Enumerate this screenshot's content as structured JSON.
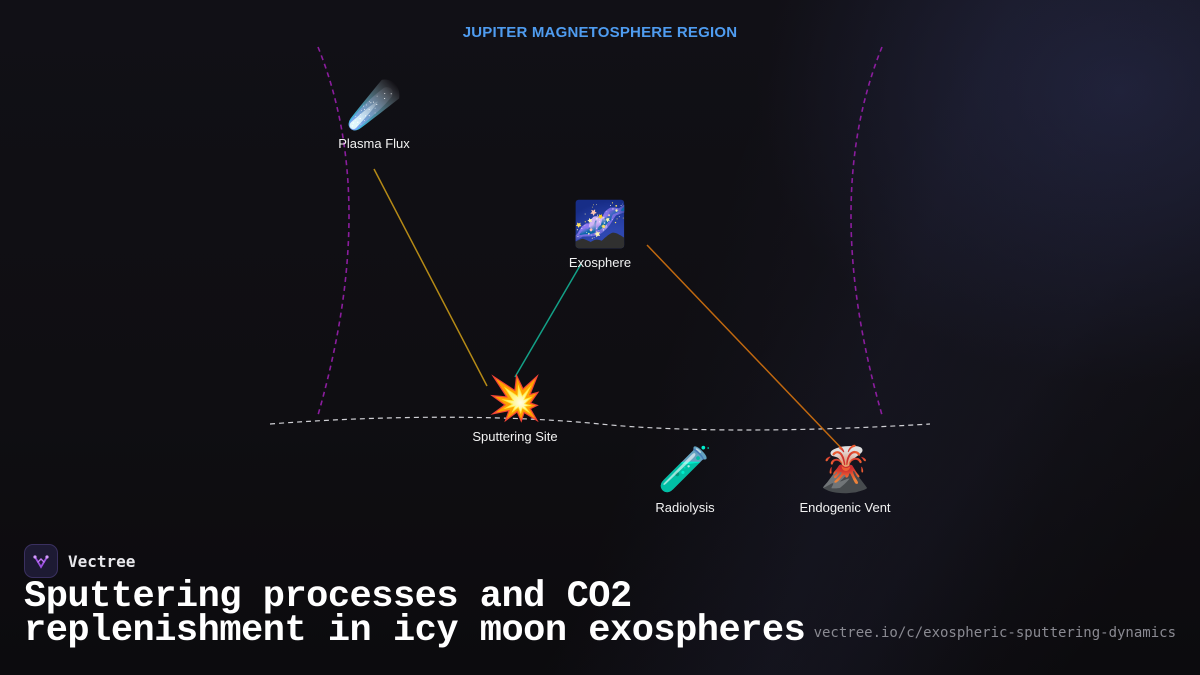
{
  "diagram": {
    "region_label": "JUPITER MAGNETOSPHERE REGION",
    "nodes": [
      {
        "id": "plasma_flux",
        "label": "Plasma Flux",
        "icon": "comet-icon",
        "glyph": "☄️"
      },
      {
        "id": "exosphere",
        "label": "Exosphere",
        "icon": "milky-way-icon",
        "glyph": "🌌"
      },
      {
        "id": "sputtering_site",
        "label": "Sputtering Site",
        "icon": "collision-icon",
        "glyph": "💥"
      },
      {
        "id": "radiolysis",
        "label": "Radiolysis",
        "icon": "test-tube-icon",
        "glyph": "🧪"
      },
      {
        "id": "endogenic_vent",
        "label": "Endogenic Vent",
        "icon": "volcano-icon",
        "glyph": "🌋"
      }
    ],
    "edges": [
      {
        "from": "plasma_flux",
        "to": "sputtering_site",
        "color": "#b58a16"
      },
      {
        "from": "sputtering_site",
        "to": "exosphere",
        "color": "#13a087"
      },
      {
        "from": "exosphere",
        "to": "endogenic_vent",
        "color": "#c0680f"
      }
    ],
    "colors": {
      "magnetosphere_boundary": "#8b1d9e",
      "surface_line": "#cfcfd4",
      "region_label": "#4f9cf0"
    }
  },
  "footer": {
    "brand": "Vectree",
    "title": "Sputtering processes and CO2 replenishment in icy moon exospheres",
    "url": "vectree.io/c/exospheric-sputtering-dynamics"
  }
}
